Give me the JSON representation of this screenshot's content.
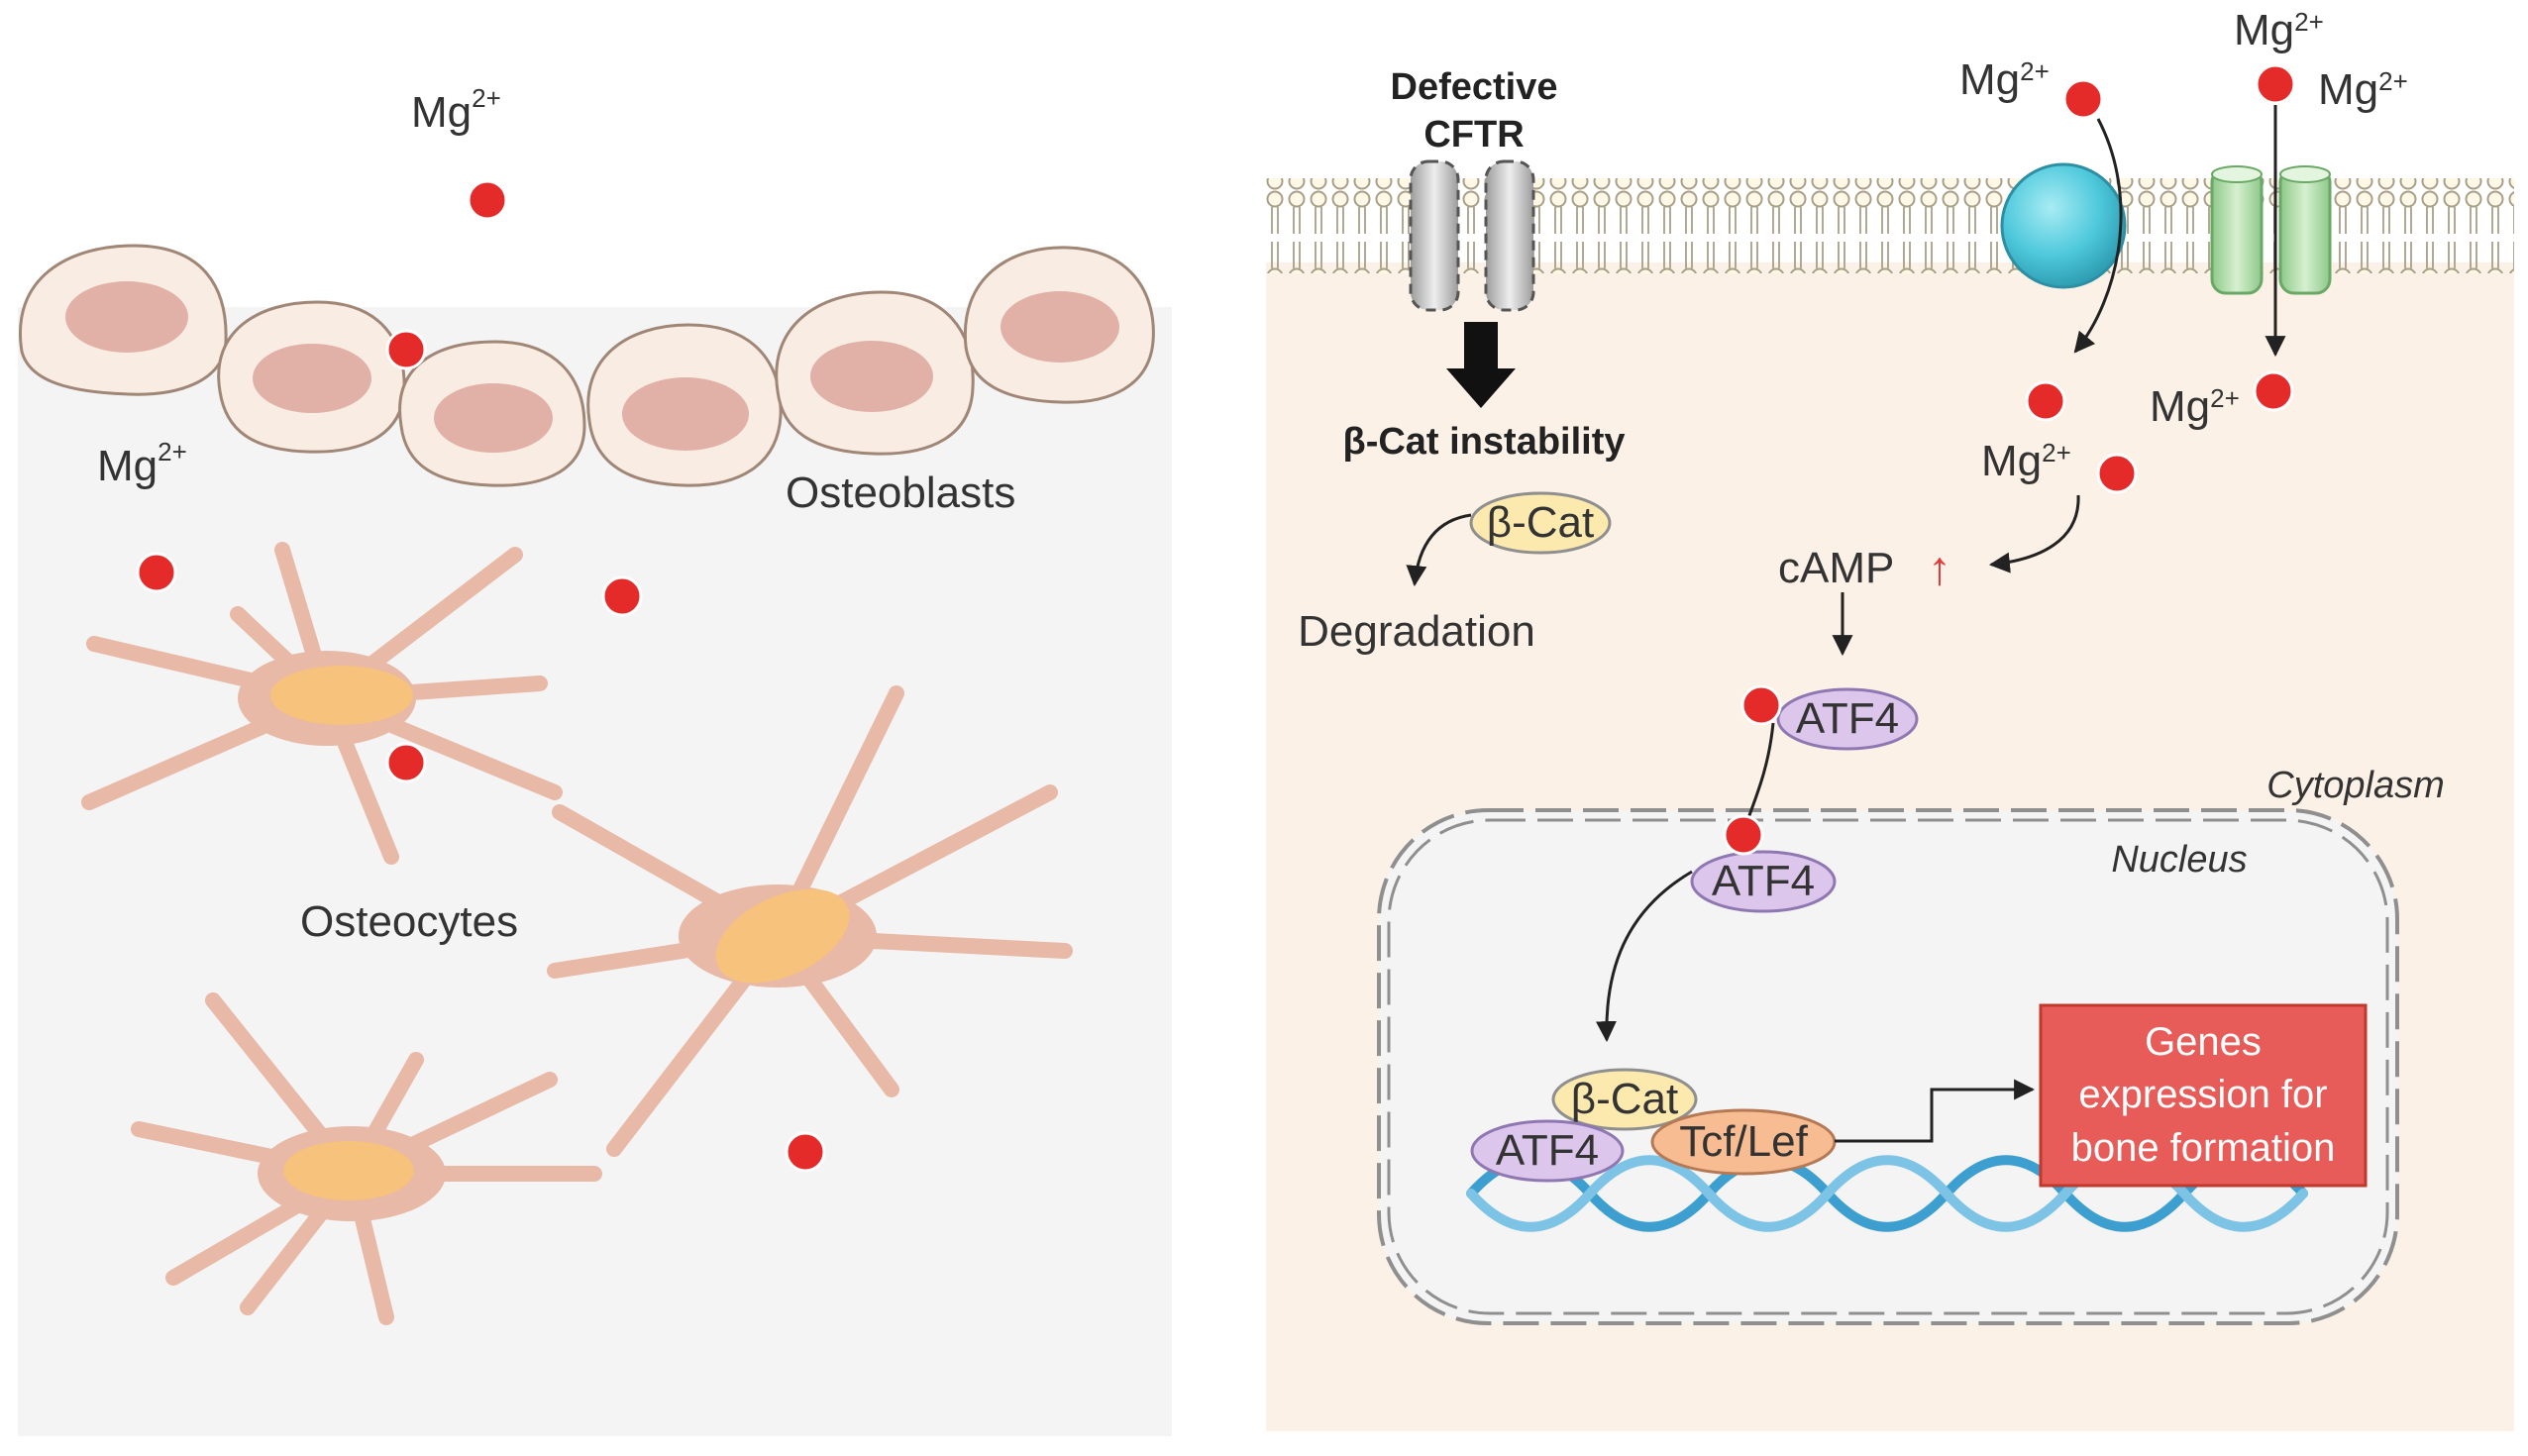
{
  "left_panel": {
    "ion_label_top": {
      "base": "Mg",
      "sup": "2+"
    },
    "ion_label_left": {
      "base": "Mg",
      "sup": "2+"
    },
    "osteoblasts_label": "Osteoblasts",
    "osteocytes_label": "Osteocytes"
  },
  "right_panel": {
    "cftr_label_line1": "Defective",
    "cftr_label_line2": "CFTR",
    "bcat_instability_label": "β-Cat instability",
    "bcat_label": "β-Cat",
    "degradation_label": "Degradation",
    "mg_labels": [
      {
        "base": "Mg",
        "sup": "2+"
      },
      {
        "base": "Mg",
        "sup": "2+"
      },
      {
        "base": "Mg",
        "sup": "2+"
      },
      {
        "base": "Mg",
        "sup": "2+"
      },
      {
        "base": "Mg",
        "sup": "2+"
      }
    ],
    "camp_label": "cAMP",
    "up_arrow_glyph": "↑",
    "atf4_cyto_label": "ATF4",
    "atf4_nuc_label": "ATF4",
    "cytoplasm_label": "Cytoplasm",
    "nucleus_label": "Nucleus",
    "complex": {
      "bcat": "β-Cat",
      "tcf": "Tcf/Lef",
      "atf4": "ATF4"
    },
    "genes_box": {
      "line1": "Genes",
      "line2": "expression for",
      "line3": "bone formation"
    }
  },
  "colors": {
    "mg_ion": "#e52a2a",
    "left_background": "#f4f4f4",
    "cytoplasm": "#fcf1e6",
    "osteoblast_cell": "#f9ece2",
    "osteoblast_nucleus": "#e1b1a7",
    "osteocyte_body": "#e8b9a6",
    "osteocyte_nucleus": "#f6c27c",
    "atf4_fill": "#dcc6ec",
    "bcat_fill": "#fbe9ae",
    "tcf_fill": "#f7bc92",
    "genes_box_fill": "#e75b58",
    "dna": "#3d9fd0",
    "transporter": "#4fc9dc",
    "channel": "#a8d9a0"
  }
}
